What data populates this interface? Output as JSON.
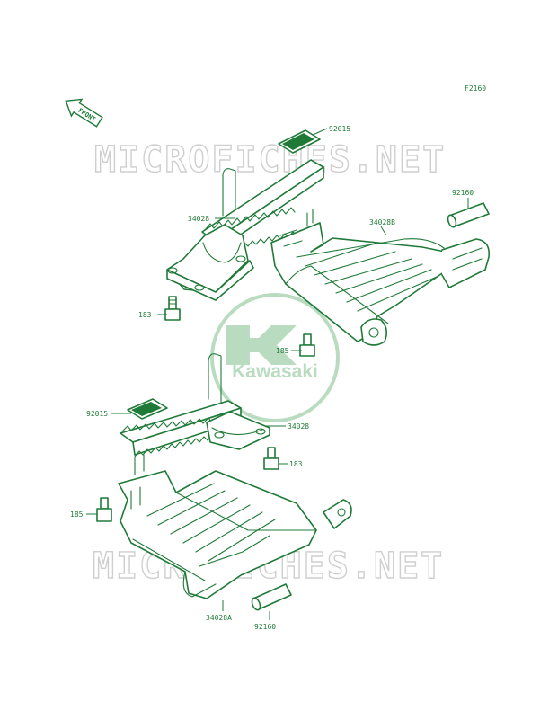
{
  "diagram_code": "F2160",
  "front_indicator": "FRONT",
  "watermark_text": "MICROFICHES.NET",
  "logo_text": "Kawasaki",
  "colors": {
    "line": "#1f7a38",
    "watermark": "#cfcfcf",
    "logo": "#b9dcc0"
  },
  "labels": {
    "upper_pad": "92015",
    "upper_step": "34028",
    "upper_bolt": "183",
    "right_guard": "34028B",
    "right_collar": "92160",
    "right_bolt": "185",
    "lower_pad": "92015",
    "lower_step": "34028",
    "lower_bolt": "183",
    "left_bolt": "185",
    "left_guard": "34028A",
    "left_collar": "92160"
  }
}
